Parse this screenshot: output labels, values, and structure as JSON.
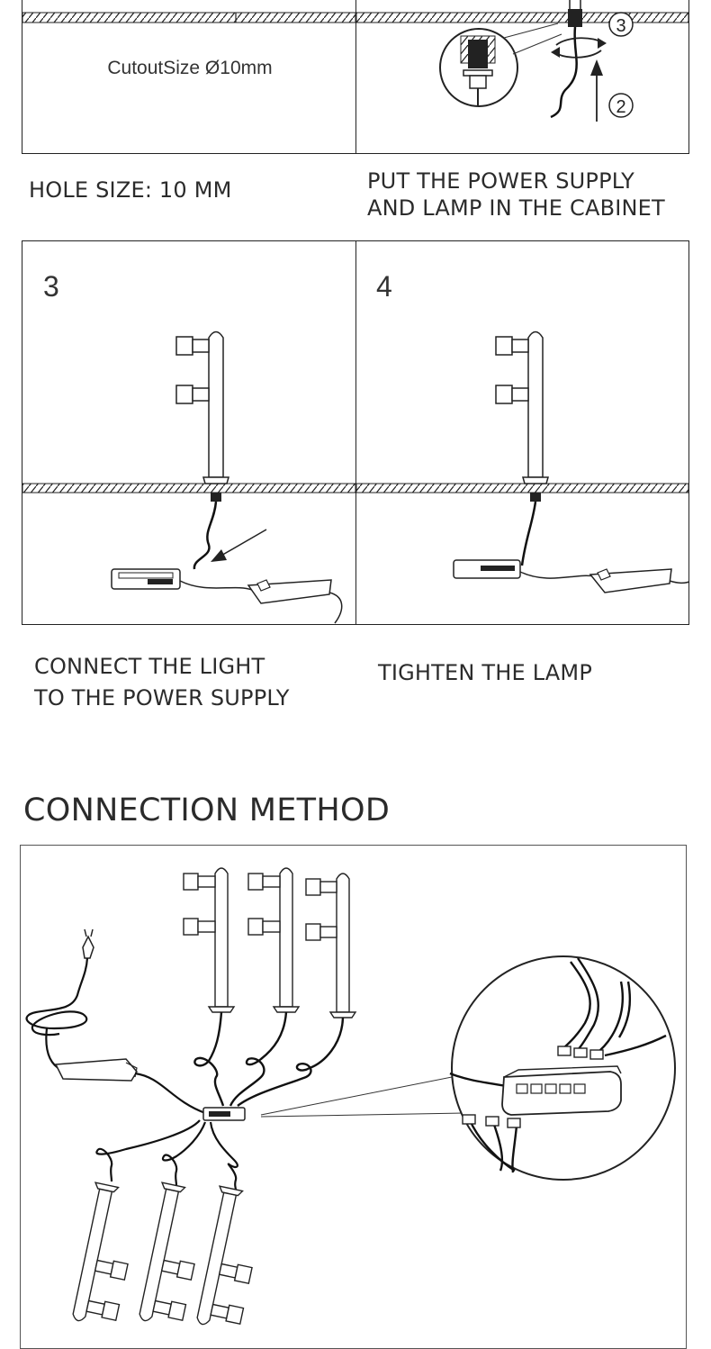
{
  "steps_top": {
    "cutout_label": "CutoutSize Ø10mm",
    "callout_numbers": [
      "③",
      "②"
    ]
  },
  "captions": {
    "hole_size": "HOLE SIZE: 10 MM",
    "put_in_cabinet": [
      "PUT THE POWER SUPPLY",
      "AND LAMP IN THE CABINET"
    ],
    "connect_light": [
      "CONNECT THE LIGHT",
      "TO THE POWER SUPPLY"
    ],
    "tighten_lamp": "TIGHTEN THE LAMP"
  },
  "panels": {
    "step3_number": "3",
    "step4_number": "4"
  },
  "connection": {
    "title": "CONNECTION METHOD"
  },
  "icons": [
    "lamp-post-icon",
    "power-supply-icon",
    "distributor-hub-icon",
    "power-plug-icon",
    "magnifier-callout-icon",
    "arrow-icon"
  ]
}
